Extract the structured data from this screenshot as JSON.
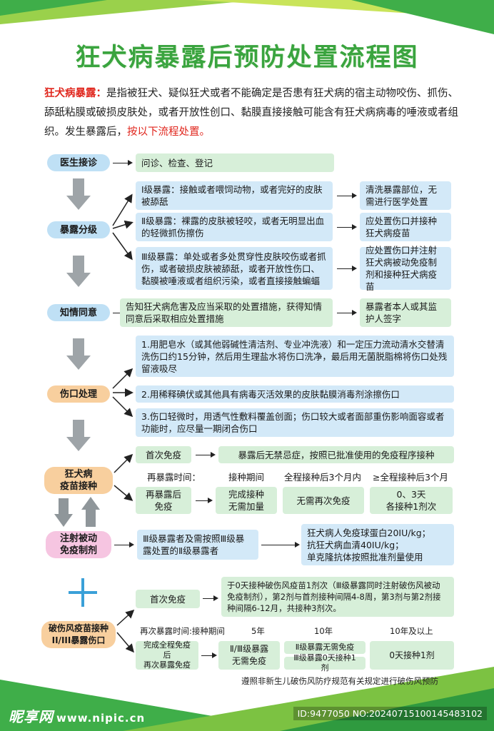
{
  "title": "狂犬病暴露后预防处置流程图",
  "intro": {
    "term": "狂犬病暴露：",
    "body": "是指被狂犬、疑似狂犬或者不能确定是否患有狂犬病的宿主动物咬伤、抓伤、舔舐粘膜或破损皮肤处，或者开放性创口、黏膜直接接触可能含有狂犬病病毒的唾液或者组织。发生暴露后，",
    "action": "按以下流程处置。"
  },
  "nodes": {
    "doctor": "医生接诊",
    "grading": "暴露分级",
    "consent": "知情同意",
    "wound": "伤口处理",
    "rabies_vaccine": "狂犬病\n疫苗接种",
    "passive": "注射被动\n免疫制剂",
    "tetanus": "破伤风疫苗接种\nII/III暴露伤口"
  },
  "doctor_step": "问诊、检查、登记",
  "grades": [
    {
      "desc": "Ⅰ级暴露：接触或者喂饲动物，或者完好的皮肤被舔舐",
      "action": "清洗暴露部位，无需进行医学处置"
    },
    {
      "desc": "Ⅱ级暴露：裸露的皮肤被轻咬，或者无明显出血的轻微抓伤擦伤",
      "action": "应处置伤口并接种狂犬病疫苗"
    },
    {
      "desc": "Ⅲ级暴露：单处或者多处贯穿性皮肤咬伤或者抓伤，或者破损皮肤被舔舐，或者开放性伤口、黏膜被唾液或者组织污染，或者直接接触蝙蝠",
      "action": "应处置伤口并注射狂犬病被动免疫制剂和接种狂犬病疫苗"
    }
  ],
  "consent": {
    "desc": "告知狂犬病危害及应当采取的处置措施，获得知情同意后采取相应处置措施",
    "action": "暴露者本人或其监护人签字"
  },
  "wound_steps": [
    "1.用肥皂水（或其他弱碱性清洁剂、专业冲洗液）和一定压力流动清水交替清洗伤口约15分钟，然后用生理盐水将伤口洗净，最后用无菌脱脂棉将伤口处残留液吸尽",
    "2.用稀释碘伏或其他具有病毒灭活效果的皮肤黏膜消毒剂涂擦伤口",
    "3.伤口轻微时，用透气性敷料覆盖创面；伤口较大或者面部重伤影响面容或者功能时，应尽量一期闭合伤口"
  ],
  "rabies": {
    "first_label": "首次免疫",
    "first_desc": "暴露后无禁忌症，按照已批准使用的免疫程序接种",
    "re_time_label": "再暴露时间：",
    "headers": [
      "接种期间",
      "全程接种后3个月内",
      "≥全程接种后3个月"
    ],
    "re_label": "再暴露后\n免疫",
    "cells": [
      "完成接种\n无需加量",
      "无需再次免疫",
      "0、3天\n各接种1剂次"
    ]
  },
  "passive": {
    "desc": "Ⅲ级暴露者及需按照Ⅲ级暴露处置的Ⅱ级暴露者",
    "products": "狂犬病人免疫球蛋白20IU/kg；\n抗狂犬病血清40IU/kg；\n单克隆抗体按照批准剂量使用"
  },
  "tetanus": {
    "first_label": "首次免疫",
    "first_desc": "于0天接种破伤风疫苗1剂次（Ⅲ级暴露同时注射破伤风被动免疫制剂），第2剂与首剂接种间隔4-8周，第3剂与第2剂接种间隔6-12月，共接种3剂次。",
    "re_time_label": "再次暴露时间:接种期间",
    "headers": [
      "5年",
      "10年",
      "10年及以上"
    ],
    "re_label": "完成全程免疫后\n再次暴露免疫",
    "cell_5y": "Ⅱ/Ⅲ级暴露\n无需免疫",
    "cell_10y_a": "Ⅱ级暴露无需免疫",
    "cell_10y_b": "Ⅲ级暴露0天接种1剂",
    "cell_10plus": "0天接种1剂"
  },
  "footnote": "遵照非新生儿破伤风防疗规范有关规定进行破伤风预防",
  "watermark": {
    "brand": "昵享网",
    "url": "www.nipic.cn"
  },
  "image_id": "ID:9477050 NO:20240715100145483102",
  "colors": {
    "title_green": "#3aa43f",
    "red": "#e0251c",
    "green_box": "#d7efd9",
    "blue_box": "#d3e9f8",
    "node_blue": "#bfe0f5",
    "node_orange": "#f8cf9e",
    "node_pink": "#f6c5e1"
  }
}
